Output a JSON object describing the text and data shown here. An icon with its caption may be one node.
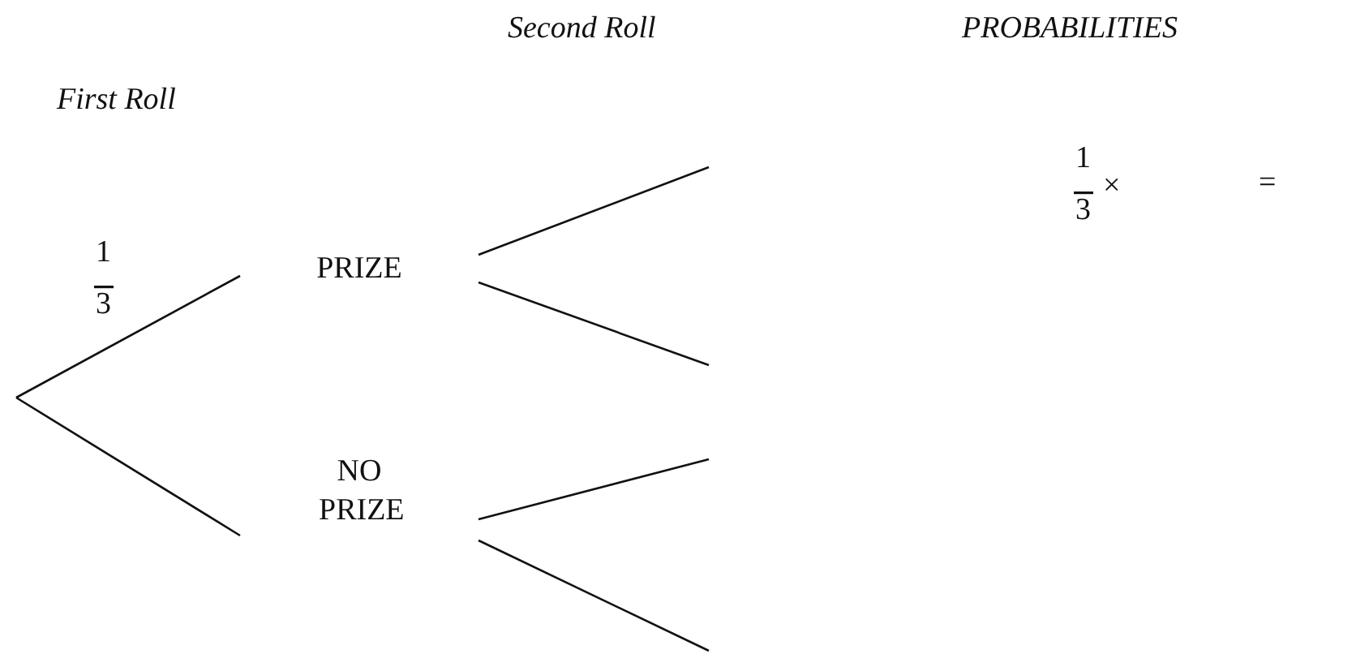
{
  "diagram": {
    "nodes": [
      {
        "text": [
          "PRIZE"
        ]
      },
      {
        "text": [
          "NO PRIZE"
        ]
      }
    ],
    "edges": [
      {
        "from": null,
        "to": 0,
        "arrow": "none"
      },
      {
        "from": null,
        "to": 1,
        "arrow": "none"
      },
      {
        "from": 0,
        "to": null,
        "arrow": "none"
      },
      {
        "from": 0,
        "to": null,
        "arrow": "none"
      },
      {
        "from": 1,
        "to": null,
        "arrow": "none"
      },
      {
        "from": 1,
        "to": null,
        "arrow": "none"
      }
    ],
    "labels": [
      "Second Roll",
      "PROBABILITIES",
      "First Roll",
      "1",
      "3",
      "1",
      "3",
      "×",
      "="
    ]
  }
}
